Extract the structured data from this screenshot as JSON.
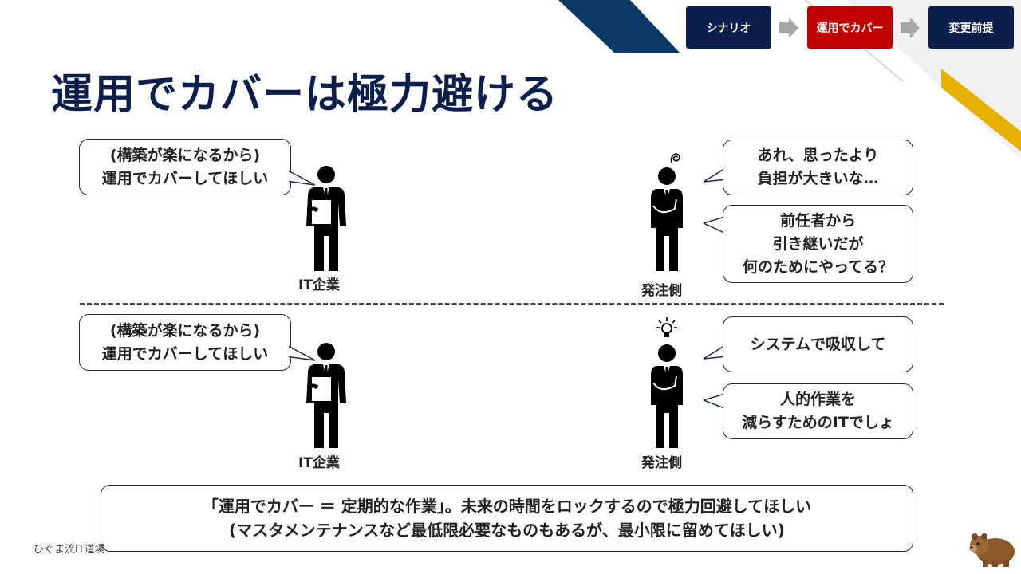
{
  "header": {
    "steps": [
      {
        "label": "シナリオ",
        "state": "done"
      },
      {
        "label": "運用でカバー",
        "state": "current"
      },
      {
        "label": "変更前提",
        "state": "todo"
      }
    ],
    "colors": {
      "navy": "#0b1f4d",
      "red": "#c00000",
      "gold": "#e6b000",
      "arrow": "#a6a6a6"
    }
  },
  "title": "運用でカバーは極力避ける",
  "scene_top": {
    "vendor_bubble": [
      "(構築が楽になるから)",
      "運用でカバーしてほしい"
    ],
    "vendor_label": "IT企業",
    "client_bubbles": [
      [
        "あれ、思ったより",
        "負担が大きいな…"
      ],
      [
        "前任者から",
        "引き継いだが",
        "何のためにやってる？"
      ]
    ],
    "client_label": "発注側",
    "client_icon": "confused-scribble-icon"
  },
  "scene_bottom": {
    "vendor_bubble": [
      "(構築が楽になるから)",
      "運用でカバーしてほしい"
    ],
    "vendor_label": "IT企業",
    "client_bubbles": [
      [
        "システムで吸収して"
      ],
      [
        "人的作業を",
        "減らすためのITでしょ"
      ]
    ],
    "client_label": "発注側",
    "client_icon": "lightbulb-icon"
  },
  "summary": [
    "「運用でカバー ＝ 定期的な作業」。未来の時間をロックするので極力回避してほしい",
    "(マスタメンテナンスなど最低限必要なものもあるが、最小限に留めてほしい)"
  ],
  "footer": "ひぐま流IT道場",
  "mascot": "bear-icon"
}
